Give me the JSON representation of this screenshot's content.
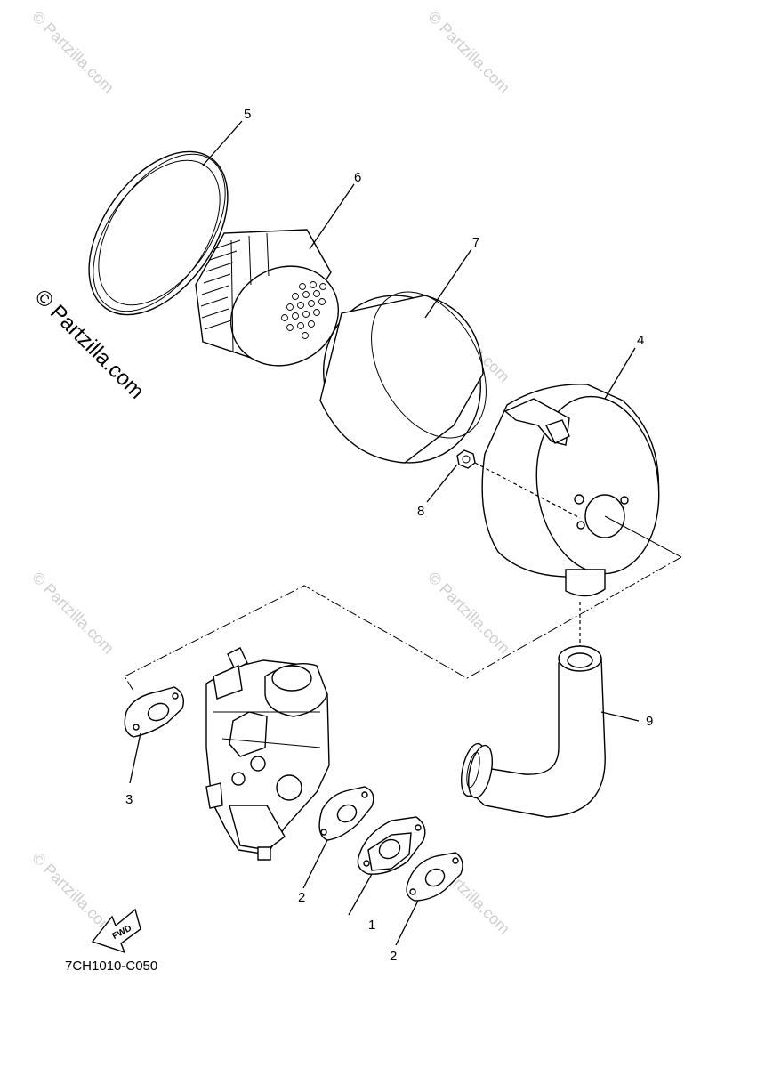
{
  "diagram": {
    "part_labels": [
      "1",
      "2",
      "2",
      "3",
      "4",
      "5",
      "6",
      "7",
      "8",
      "9"
    ],
    "drawing_code": "7CH1010-C050",
    "fwd_label": "FWD",
    "watermark_main": "© Partzilla.com",
    "watermark_tile": "© Partzilla.com"
  }
}
